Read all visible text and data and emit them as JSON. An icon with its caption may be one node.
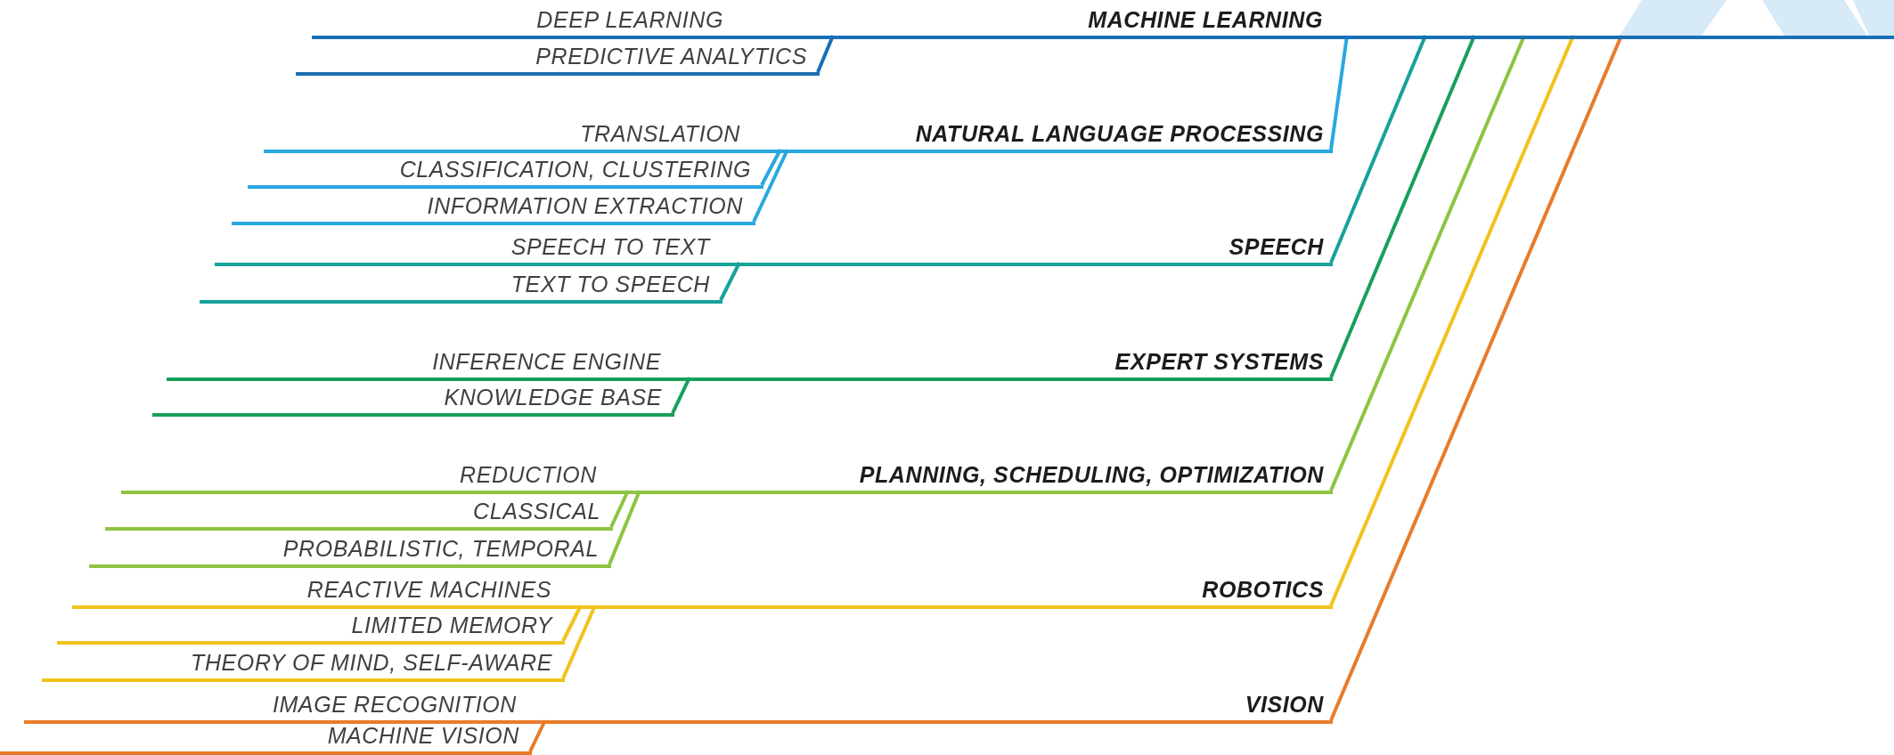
{
  "diagram": {
    "nodes": [
      {
        "text": [
          "DEEP LEARNING",
          "MACHINE LEARNING"
        ]
      },
      {
        "text": [
          "PREDICTIVE ANALYTICS"
        ]
      },
      {
        "text": [
          "TRANSLATION",
          "NATURAL LANGUAGE PROCESSING"
        ]
      },
      {
        "text": [
          "CLASSIFICATION, CLUSTERING"
        ]
      },
      {
        "text": [
          "INFORMATION EXTRACTION"
        ]
      },
      {
        "text": [
          "SPEECH TO TEXT",
          "SPEECH"
        ]
      },
      {
        "text": [
          "TEXT TO SPEECH"
        ]
      },
      {
        "text": [
          "INFERENCE ENGINE",
          "EXPERT SYSTEMS"
        ]
      },
      {
        "text": [
          "KNOWLEDGE BASE"
        ]
      },
      {
        "text": [
          "REDUCTION",
          "PLANNING, SCHEDULING, OPTIMIZATION"
        ]
      },
      {
        "text": [
          "CLASSICAL"
        ]
      },
      {
        "text": [
          "PROBABILISTIC, TEMPORAL"
        ]
      },
      {
        "text": [
          "REACTIVE MACHINES",
          "ROBOTICS"
        ]
      },
      {
        "text": [
          "LIMITED MEMORY"
        ]
      },
      {
        "text": [
          "THEORY OF MIND, SELF-AWARE"
        ]
      },
      {
        "text": [
          "IMAGE RECOGNITION",
          "VISION"
        ]
      },
      {
        "text": [
          "MACHINE VISION"
        ]
      },
      {
        "text": [],
        "shape": "bar"
      }
    ],
    "edges": [
      {
        "from": 1,
        "to": 0,
        "arrow": "none",
        "color": "#1a6fb5"
      },
      {
        "from": 3,
        "to": 2,
        "arrow": "none",
        "color": "#29a8e0"
      },
      {
        "from": 4,
        "to": 2,
        "arrow": "none",
        "color": "#29a8e0"
      },
      {
        "from": 6,
        "to": 5,
        "arrow": "none",
        "color": "#17a29a"
      },
      {
        "from": 8,
        "to": 7,
        "arrow": "none",
        "color": "#17a05a"
      },
      {
        "from": 10,
        "to": 9,
        "arrow": "none",
        "color": "#8dc443"
      },
      {
        "from": 11,
        "to": 9,
        "arrow": "none",
        "color": "#8dc443"
      },
      {
        "from": 13,
        "to": 12,
        "arrow": "none",
        "color": "#f0c31c"
      },
      {
        "from": 14,
        "to": 12,
        "arrow": "none",
        "color": "#f0c31c"
      },
      {
        "from": 16,
        "to": 15,
        "arrow": "none",
        "color": "#e87b2a"
      },
      {
        "from": 2,
        "to": 17,
        "arrow": "none",
        "color": "#29a8e0"
      },
      {
        "from": 5,
        "to": 17,
        "arrow": "none",
        "color": "#17a29a"
      },
      {
        "from": 7,
        "to": 17,
        "arrow": "none",
        "color": "#17a05a"
      },
      {
        "from": 9,
        "to": 17,
        "arrow": "none",
        "color": "#8dc443"
      },
      {
        "from": 12,
        "to": 17,
        "arrow": "none",
        "color": "#f0c31c"
      },
      {
        "from": 15,
        "to": 17,
        "arrow": "none",
        "color": "#e87b2a"
      }
    ]
  }
}
